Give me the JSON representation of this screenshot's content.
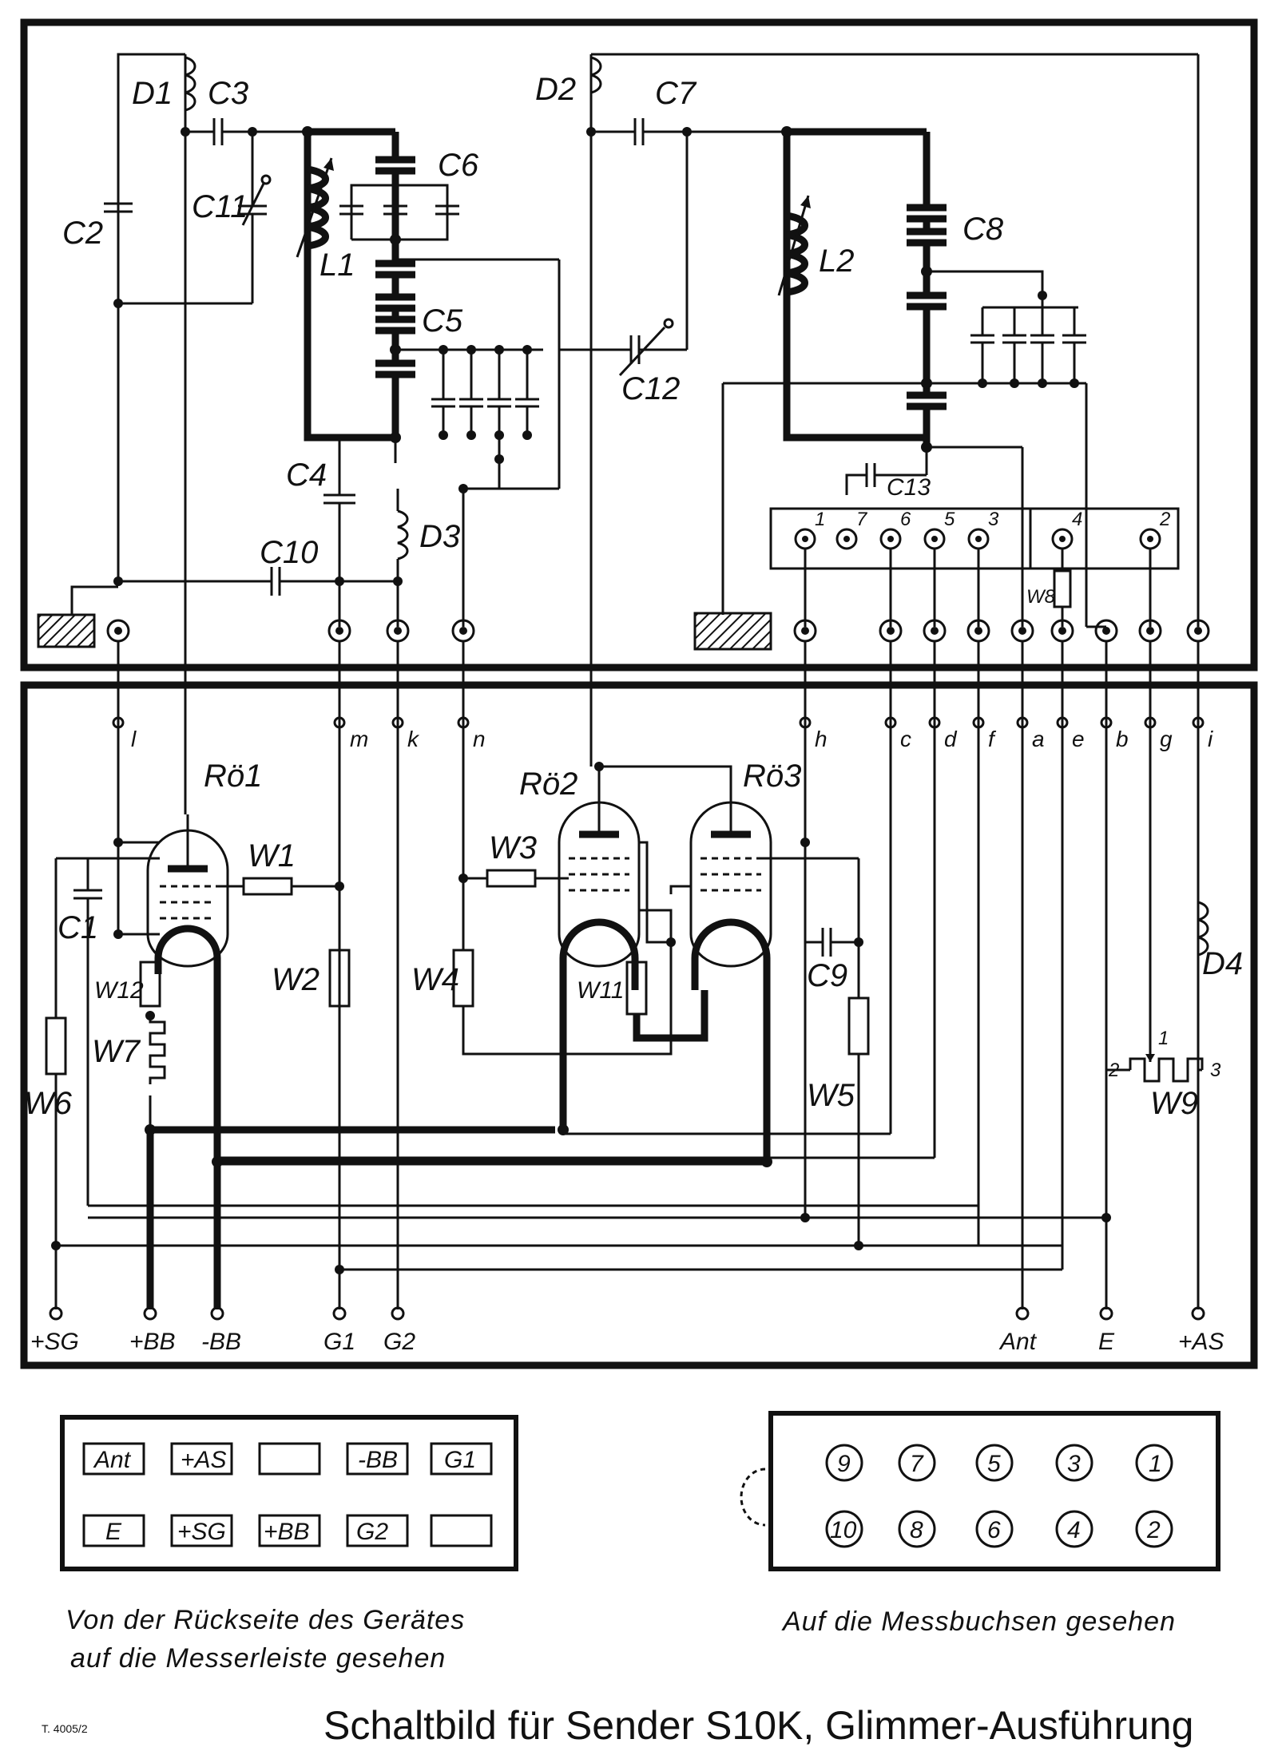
{
  "upper_components": {
    "d1": "D1",
    "c3": "C3",
    "c2": "C2",
    "c11": "C11",
    "l1": "L1",
    "c6": "C6",
    "c5": "C5",
    "c4": "C4",
    "d3": "D3",
    "c10": "C10",
    "d2": "D2",
    "c7": "C7",
    "l2": "L2",
    "c8": "C8",
    "c12": "C12",
    "c13": "C13",
    "w8": "W8"
  },
  "switch_numbers": [
    "1",
    "7",
    "6",
    "5",
    "3",
    "4",
    "2"
  ],
  "lower_components": {
    "ro1": "Rö1",
    "ro2": "Rö2",
    "ro3": "Rö3",
    "w1": "W1",
    "w2": "W2",
    "w3": "W3",
    "w4": "W4",
    "w5": "W5",
    "w6": "W6",
    "w7": "W7",
    "w9": "W9",
    "w11": "W11",
    "w12": "W12",
    "c1": "C1",
    "c9": "C9",
    "d4": "D4",
    "w9_taps": [
      "1",
      "2",
      "3"
    ]
  },
  "lines": [
    "l",
    "m",
    "k",
    "n",
    "h",
    "c",
    "d",
    "f",
    "a",
    "e",
    "b",
    "g",
    "i"
  ],
  "terminals": [
    "+SG",
    "+BB",
    "-BB",
    "G1",
    "G2",
    "Ant",
    "E",
    "+AS"
  ],
  "knife_strip": {
    "row1": [
      "Ant",
      "+AS",
      "",
      "-BB",
      "G1"
    ],
    "row2": [
      "E",
      "+SG",
      "+BB",
      "G2",
      ""
    ]
  },
  "jack_panel": {
    "row1": [
      "9",
      "7",
      "5",
      "3",
      "1"
    ],
    "row2": [
      "10",
      "8",
      "6",
      "4",
      "2"
    ]
  },
  "captions": {
    "left_line1": "Von der Rückseite des Gerätes",
    "left_line2": "auf die Messerleiste gesehen",
    "right": "Auf die Messbuchsen gesehen"
  },
  "footer": {
    "reference": "T. 4005/2",
    "title": "Schaltbild für Sender S10K, Glimmer-Ausführung"
  }
}
